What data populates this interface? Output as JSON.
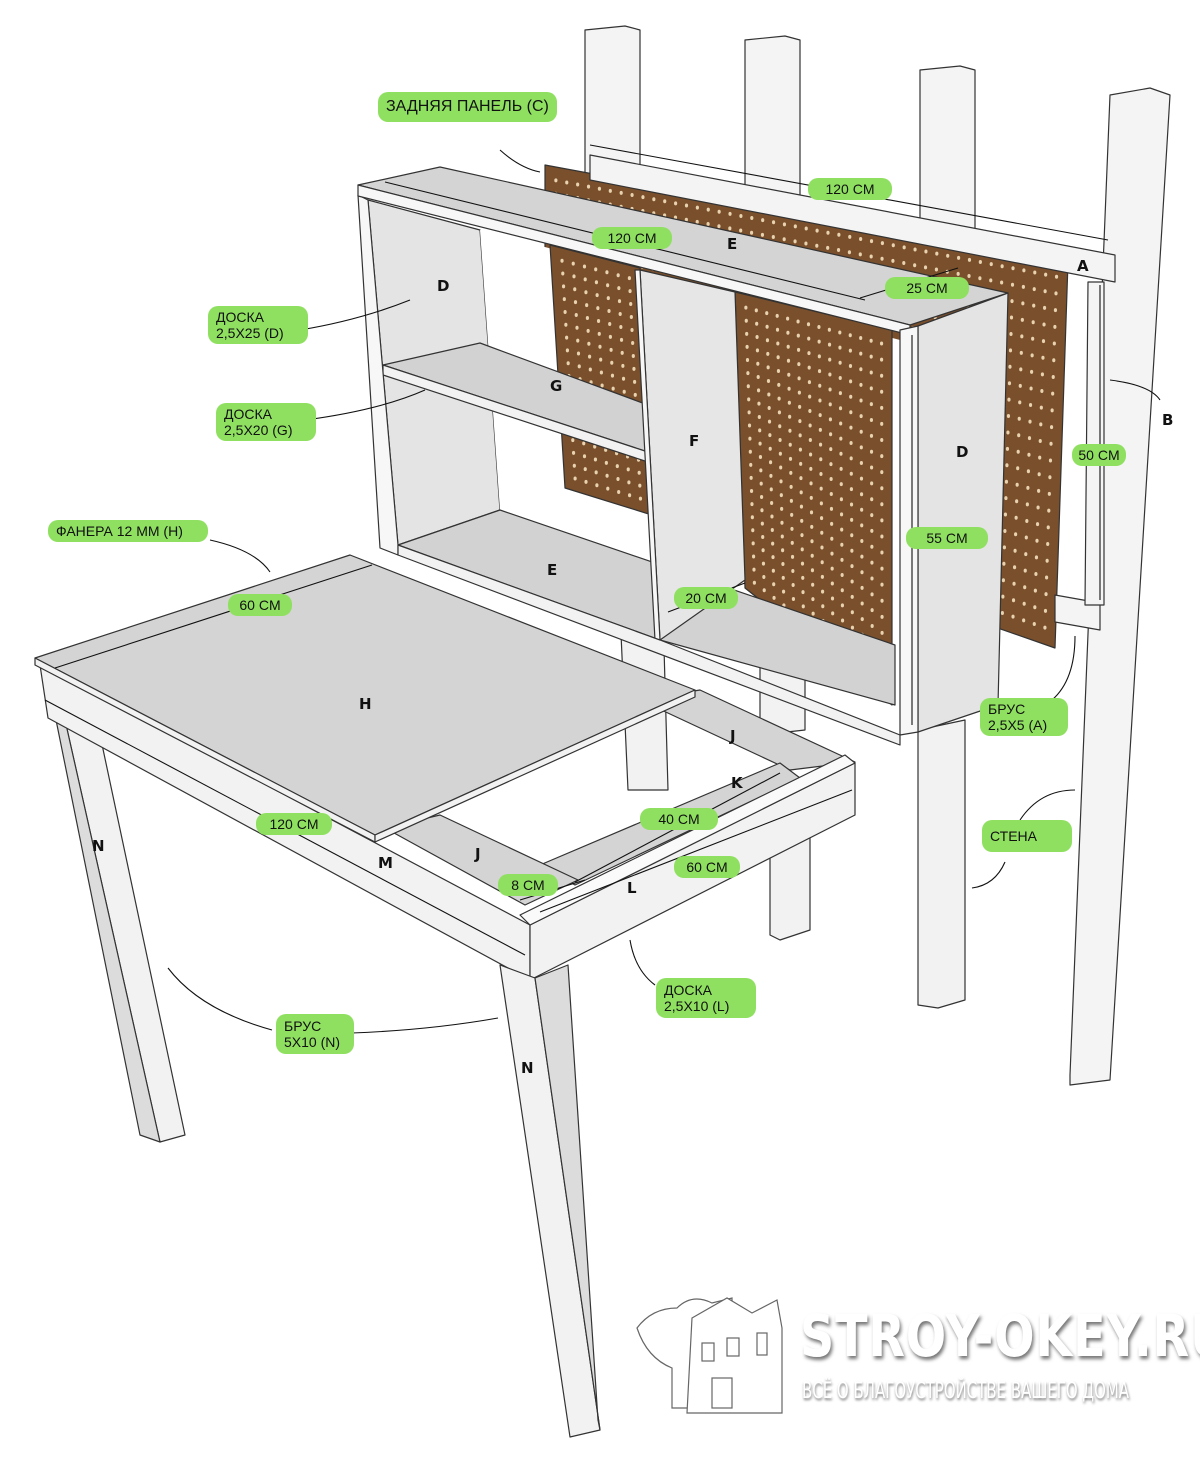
{
  "title_label": "ЗАДНЯЯ ПАНЕЛЬ (С)",
  "parts": {
    "A": "A",
    "B": "B",
    "D1": "D",
    "D2": "D",
    "E1": "E",
    "E2": "E",
    "F": "F",
    "G": "G",
    "H": "H",
    "J1": "J",
    "J2": "J",
    "K": "K",
    "L": "L",
    "M": "M",
    "N1": "N",
    "N2": "N"
  },
  "callouts": {
    "board_d": "ДОСКА 2,5X25 (D)",
    "board_g": "ДОСКА 2,5X20 (G)",
    "plywood_h": "ФАНЕРА 12 ММ (H)",
    "beam_a": "БРУС 2,5X5 (A)",
    "wall": "СТЕНА",
    "board_l": "ДОСКА 2,5X10 (L)",
    "beam_n": "БРУС 5X10 (N)"
  },
  "dimensions": {
    "rail_length": "120 CM",
    "cabinet_length": "120 CM",
    "cabinet_depth": "25 CM",
    "rail_spacing": "50 CM",
    "cabinet_height": "55 CM",
    "divider_depth": "20 CM",
    "top_depth": "60 CM",
    "table_length": "120 CM",
    "k_length": "40 CM",
    "l_length": "60 CM",
    "j_width": "8 CM"
  },
  "watermark": {
    "site": "STROY-OKEY.RU",
    "tagline": "ВСЁ О БЛАГОУСТРОЙСТВЕ ВАШЕГО ДОМА"
  },
  "colors": {
    "pill": "#8fe060",
    "pegboard": "#7a4f2b",
    "wood_light": "#f2f2f2",
    "wood_mid": "#d4d4d4"
  }
}
